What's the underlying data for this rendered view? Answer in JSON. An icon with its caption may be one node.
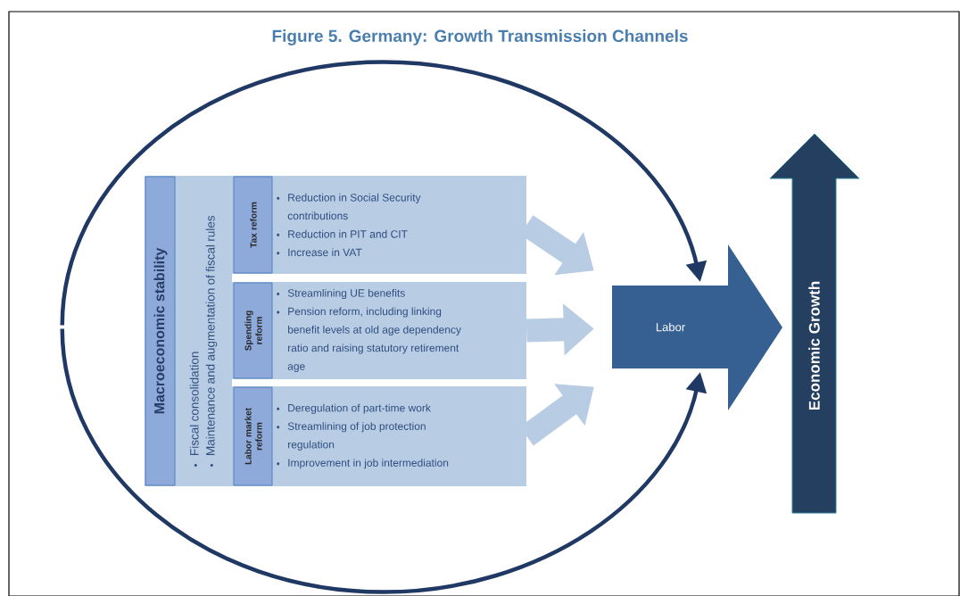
{
  "diagram": {
    "title": "Figure 5. Germany: Growth Transmission Channels",
    "nodes": [
      {
        "text": [
          "Macroeconomic stability",
          "Fiscal consolidation",
          "Maintenance and augmentation of fiscal rules"
        ]
      },
      {
        "text": [
          "Tax reform",
          "Reduction in Social Security contributions",
          "Reduction in PIT and CIT",
          "Increase in VAT"
        ]
      },
      {
        "text": [
          "Spending reform",
          "Streamlining UE benefits",
          "Pension reform, including linking benefit levels at old age dependency ratio and raising statutory retirement age"
        ]
      },
      {
        "text": [
          "Labor market reform",
          "Deregulation of part-time work",
          "Streamlining of job protection regulation",
          "Improvement in job intermediation"
        ]
      },
      {
        "text": [
          "Labor"
        ]
      },
      {
        "text": [
          "Economic Growth"
        ]
      }
    ],
    "edges": [
      {
        "from": 1,
        "to": 4,
        "arrow": "to",
        "color": "#b8cce4"
      },
      {
        "from": 2,
        "to": 4,
        "arrow": "to",
        "color": "#b8cce4"
      },
      {
        "from": 3,
        "to": 4,
        "arrow": "to",
        "color": "#b8cce4"
      },
      {
        "from": null,
        "to": 4,
        "arrow": "to",
        "color": "#1f3864"
      },
      {
        "from": null,
        "to": 4,
        "arrow": "to",
        "color": "#1f3864"
      }
    ]
  }
}
